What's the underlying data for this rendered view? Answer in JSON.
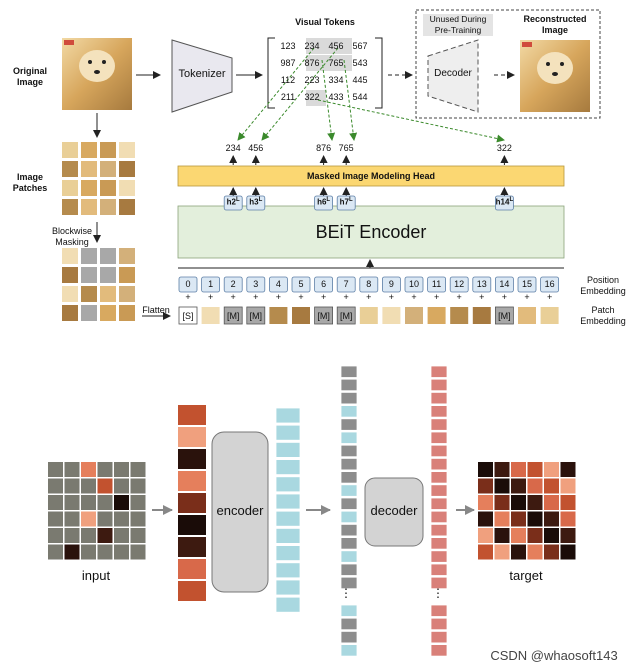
{
  "beit": {
    "original_image_label": "Original Image",
    "image_patches_label": "Image Patches",
    "blockwise_masking_label": "Blockwise Masking",
    "flatten_label": "Flatten",
    "tokenizer_label": "Tokenizer",
    "visual_tokens_label": "Visual Tokens",
    "visual_tokens_grid": [
      [
        "123",
        "234",
        "456",
        "567"
      ],
      [
        "987",
        "876",
        "765",
        "543"
      ],
      [
        "112",
        "223",
        "334",
        "445"
      ],
      [
        "211",
        "322",
        "433",
        "544"
      ]
    ],
    "unused_label": "Unused During Pre-Training",
    "decoder_label": "Decoder",
    "reconstructed_label": "Reconstructed Image",
    "predicted_tokens": [
      "234",
      "456",
      "876",
      "765",
      "322"
    ],
    "mim_head_label": "Masked Image Modeling Head",
    "hidden_states": [
      "h2",
      "h3",
      "h6",
      "h7",
      "h14"
    ],
    "hidden_sup": "L",
    "encoder_label": "BEiT Encoder",
    "positions": [
      "0",
      "1",
      "2",
      "3",
      "4",
      "5",
      "6",
      "7",
      "8",
      "9",
      "10",
      "11",
      "12",
      "13",
      "14",
      "15",
      "16"
    ],
    "position_embedding_label": "Position Embedding",
    "patch_embedding_label": "Patch Embedding",
    "patch_tokens": [
      "[S]",
      "",
      "[M]",
      "[M]",
      "",
      "",
      "[M]",
      "[M]",
      "",
      "",
      "",
      "",
      "",
      "",
      "[M]",
      "",
      ""
    ],
    "colors": {
      "mim_head": "#fbd772",
      "encoder": "#e3efdc",
      "position_box": "#dbe8f4",
      "mask_token": "#a8a8a8",
      "tokenizer": "#e9e8ef"
    }
  },
  "mae": {
    "input_label": "input",
    "encoder_label": "encoder",
    "decoder_label": "decoder",
    "target_label": "target",
    "ellipsis": "⋮",
    "colors": {
      "encoder_block": "#d3d3d3",
      "visible_token": "#a9d8e0",
      "mask_token": "#8d8d8d",
      "decoder_output": "#d98079",
      "mask_patch": "#7a7a70"
    }
  },
  "watermark": "CSDN @whaosoft143"
}
